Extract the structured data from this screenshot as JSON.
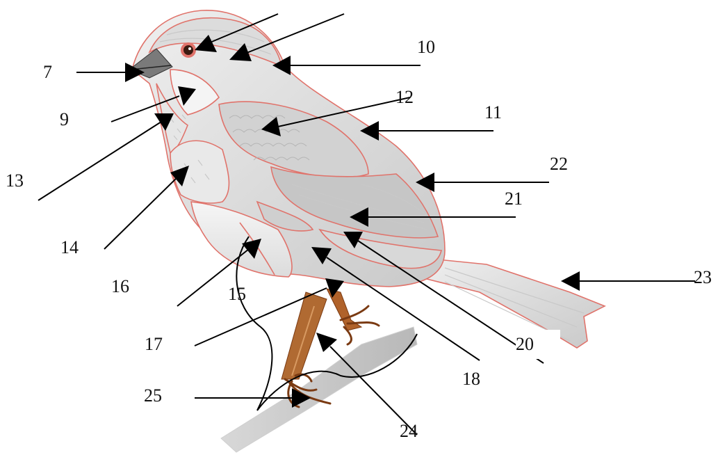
{
  "diagram": {
    "subject": "bird",
    "labels": [
      "7",
      "9",
      "10",
      "11",
      "12",
      "13",
      "14",
      "15",
      "16",
      "17",
      "18",
      "20",
      "21",
      "22",
      "23",
      "24",
      "25"
    ],
    "colors": {
      "outline": "#e0736b",
      "body": "#d9d9d9",
      "leg": "#a0521e",
      "arrow": "#000000"
    }
  }
}
